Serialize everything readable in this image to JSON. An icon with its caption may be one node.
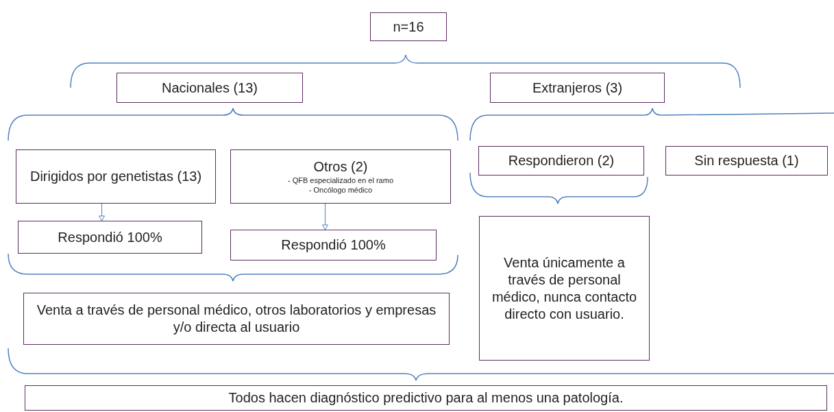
{
  "diagram": {
    "nodes": [
      {
        "text": [
          "n=16"
        ]
      },
      {
        "text": [
          "Nacionales (13)"
        ]
      },
      {
        "text": [
          "Extranjeros (3)"
        ]
      },
      {
        "text": [
          "Dirigidos por genetistas (13)"
        ]
      },
      {
        "text": [
          "Otros (2)",
          "- QFB especializado en el ramo",
          "- Oncólogo médico"
        ]
      },
      {
        "text": [
          "Respondieron (2)"
        ]
      },
      {
        "text": [
          "Sin respuesta (1)"
        ]
      },
      {
        "text": [
          "Respondió 100%"
        ]
      },
      {
        "text": [
          "Respondió 100%"
        ]
      },
      {
        "text": [
          "Venta únicamente a través de personal médico, nunca contacto directo con usuario."
        ]
      },
      {
        "text": [
          "Venta a través de personal médico, otros laboratorios y empresas y/o directa al usuario"
        ]
      },
      {
        "text": [
          "Todos hacen diagnóstico predictivo para al menos una patología."
        ]
      }
    ],
    "edges": [
      {
        "from": 3,
        "to": 7,
        "arrow": "to"
      },
      {
        "from": 4,
        "to": 8,
        "arrow": "to"
      }
    ]
  }
}
